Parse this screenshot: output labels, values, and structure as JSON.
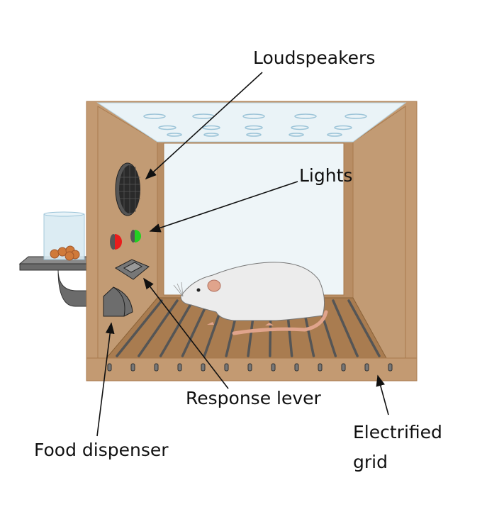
{
  "labels": {
    "loudspeakers": "Loudspeakers",
    "lights": "Lights",
    "response_lever": "Response lever",
    "food_dispenser": "Food dispenser",
    "electrified_grid_line1": "Electrified",
    "electrified_grid_line2": "grid"
  },
  "colors": {
    "wood": "#c39a72",
    "wood_dark": "#a87a4e",
    "glass": "#edf4f8",
    "light_red": "#e81c1c",
    "light_green": "#22d022",
    "pellet": "#d07a3a",
    "rat_tail": "#e0a48c"
  }
}
